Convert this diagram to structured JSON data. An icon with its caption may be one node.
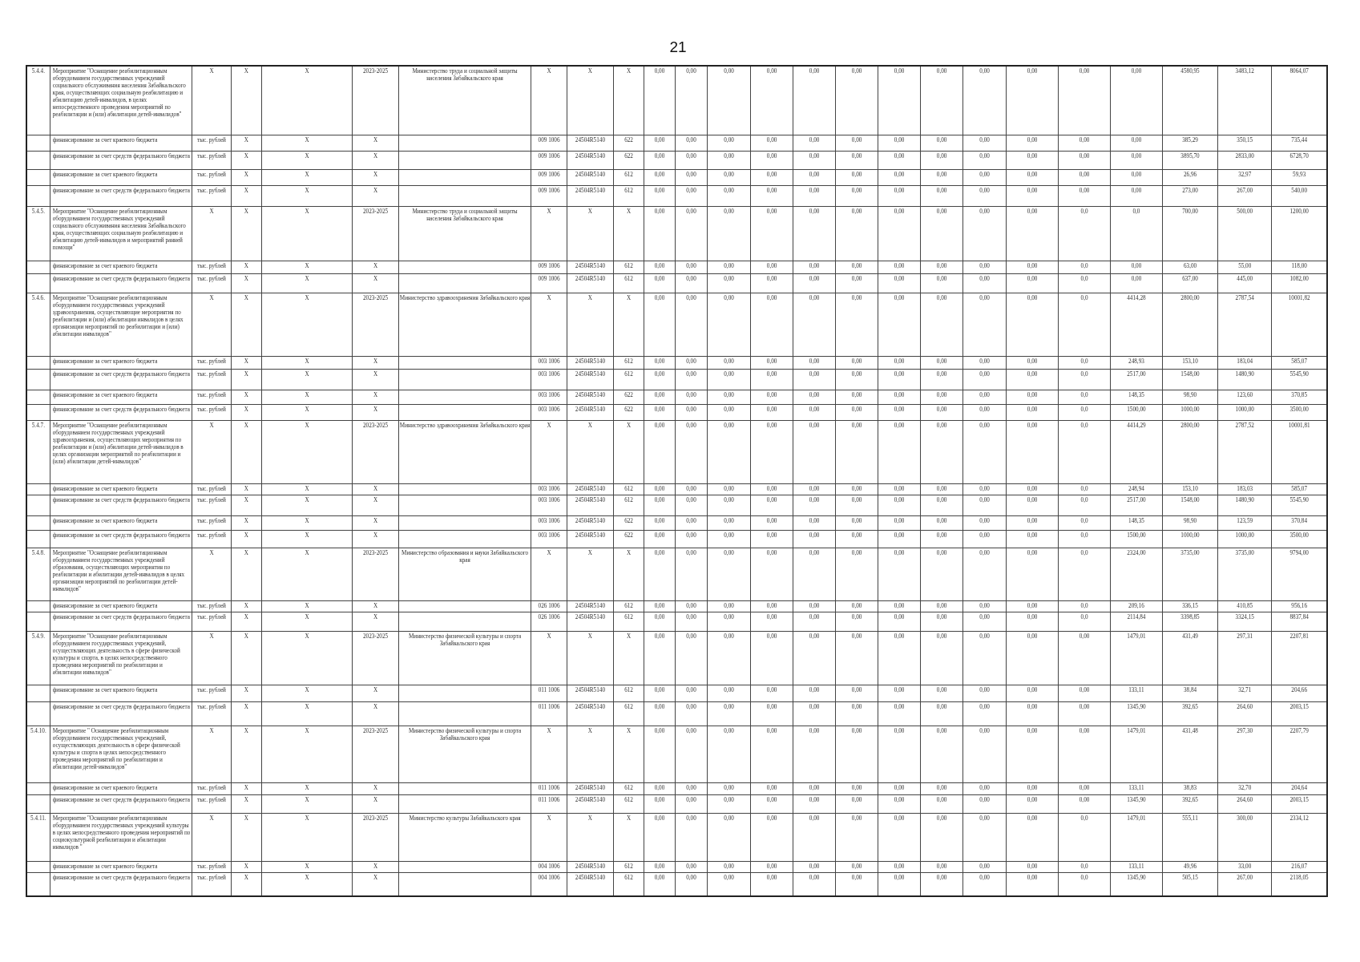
{
  "diagram": {
    "labels": [
      "21",
      "5.4.4.",
      "Мероприятие \"Оснащение реабилитационным оборудованием государственных учреждений социального обслуживания населения Забайкальского края, осуществляющих социальную реабилитацию и абилитацию детей-инвалидов, в целях непосредственного проведения мероприятий по реабилитации и (или) абилитации детей-инвалидов\"",
      "X",
      "X",
      "X",
      "2023-2025",
      "Министерство труда и социальной защиты населения Забайкальского края",
      "X",
      "X",
      "X",
      "0,00",
      "0,00",
      "0,00",
      "0,00",
      "0,00",
      "0,00",
      "0,00",
      "0,00",
      "0,00",
      "0,00",
      "0,00",
      "0,00",
      "4580,95",
      "3483,12",
      "8064,07",
      "финансирование за счет краевого бюджета",
      "тыс. рублей",
      "X",
      "X",
      "X",
      "009 1006",
      "24504R5140",
      "622",
      "0,00",
      "0,00",
      "0,00",
      "0,00",
      "0,00",
      "0,00",
      "0,00",
      "0,00",
      "0,00",
      "0,00",
      "0,00",
      "0,00",
      "385,29",
      "350,15",
      "735,44",
      "финансирование за счет средств федерального бюджета",
      "тыс. рублей",
      "X",
      "X",
      "X",
      "009 1006",
      "24504R5140",
      "622",
      "0,00",
      "0,00",
      "0,00",
      "0,00",
      "0,00",
      "0,00",
      "0,00",
      "0,00",
      "0,00",
      "0,00",
      "0,00",
      "0,00",
      "3895,70",
      "2833,00",
      "6728,70",
      "финансирование за счет краевого бюджета",
      "тыс. рублей",
      "X",
      "X",
      "X",
      "009 1006",
      "24504R5140",
      "612",
      "0,00",
      "0,00",
      "0,00",
      "0,00",
      "0,00",
      "0,00",
      "0,00",
      "0,00",
      "0,00",
      "0,00",
      "0,00",
      "0,00",
      "26,96",
      "32,97",
      "59,93",
      "финансирование за счет средств федерального бюджета",
      "тыс. рублей",
      "X",
      "X",
      "X",
      "009 1006",
      "24504R5140",
      "612",
      "0,00",
      "0,00",
      "0,00",
      "0,00",
      "0,00",
      "0,00",
      "0,00",
      "0,00",
      "0,00",
      "0,00",
      "0,00",
      "0,00",
      "273,00",
      "267,00",
      "540,00",
      "5.4.5.",
      "Мероприятие \"Оснащение реабилитационным оборудованием государственных учреждений социального обслуживания населения Забайкальского края, осуществляющих социальную реабилитацию и абилитацию детей-инвалидов и мероприятий ранней помощи\"",
      "X",
      "X",
      "X",
      "2023-2025",
      "Министерство труда и социальной защиты населения Забайкальского края",
      "X",
      "X",
      "X",
      "0,00",
      "0,00",
      "0,00",
      "0,00",
      "0,00",
      "0,00",
      "0,00",
      "0,00",
      "0,00",
      "0,00",
      "0,0",
      "0,0",
      "700,00",
      "500,00",
      "1200,00",
      "финансирование за счет краевого бюджета",
      "тыс. рублей",
      "X",
      "X",
      "X",
      "009 1006",
      "24504R5140",
      "612",
      "0,00",
      "0,00",
      "0,00",
      "0,00",
      "0,00",
      "0,00",
      "0,00",
      "0,00",
      "0,00",
      "0,00",
      "0,0",
      "0,00",
      "63,00",
      "55,00",
      "118,00",
      "финансирование за счет средств федерального бюджета",
      "тыс. рублей",
      "X",
      "X",
      "X",
      "009 1006",
      "24504R5140",
      "612",
      "0,00",
      "0,00",
      "0,00",
      "0,00",
      "0,00",
      "0,00",
      "0,00",
      "0,00",
      "0,00",
      "0,00",
      "0,0",
      "0,00",
      "637,00",
      "445,00",
      "1082,00",
      "5.4.6.",
      "Мероприятие \"Оснащение реабилитационным оборудованием государственных учреждений здравоохранения, осуществляющие мероприятия по реабилитации и (или) абилитации инвалидов в целях организации мероприятий по реабилитации и (или) абилитации инвалидов\"",
      "X",
      "X",
      "X",
      "2023-2025",
      "Министерство здравоохранения Забайкальского края",
      "X",
      "X",
      "X",
      "0,00",
      "0,00",
      "0,00",
      "0,00",
      "0,00",
      "0,00",
      "0,00",
      "0,00",
      "0,00",
      "0,00",
      "0,0",
      "4414,28",
      "2800,00",
      "2787,54",
      "10001,82",
      "финансирование за счет краевого бюджета",
      "тыс. рублей",
      "X",
      "X",
      "X",
      "003 1006",
      "24504R5140",
      "612",
      "0,00",
      "0,00",
      "0,00",
      "0,00",
      "0,00",
      "0,00",
      "0,00",
      "0,00",
      "0,00",
      "0,00",
      "0,0",
      "248,93",
      "153,10",
      "183,04",
      "585,07",
      "финансирование за счет средств федерального бюджета",
      "тыс. рублей",
      "X",
      "X",
      "X",
      "003 1006",
      "24504R5140",
      "612",
      "0,00",
      "0,00",
      "0,00",
      "0,00",
      "0,00",
      "0,00",
      "0,00",
      "0,00",
      "0,00",
      "0,00",
      "0,0",
      "2517,00",
      "1548,00",
      "1480,90",
      "5545,90",
      "финансирование за счет краевого бюджета",
      "тыс. рублей",
      "X",
      "X",
      "X",
      "003 1006",
      "24504R5140",
      "622",
      "0,00",
      "0,00",
      "0,00",
      "0,00",
      "0,00",
      "0,00",
      "0,00",
      "0,00",
      "0,00",
      "0,00",
      "0,0",
      "148,35",
      "98,90",
      "123,60",
      "370,85",
      "финансирование за счет средств федерального бюджета",
      "тыс. рублей",
      "X",
      "X",
      "X",
      "003 1006",
      "24504R5140",
      "622",
      "0,00",
      "0,00",
      "0,00",
      "0,00",
      "0,00",
      "0,00",
      "0,00",
      "0,00",
      "0,00",
      "0,00",
      "0,0",
      "1500,00",
      "1000,00",
      "1000,00",
      "3500,00",
      "5.4.7.",
      "Мероприятие \"Оснащение реабилитационным оборудованием государственных учреждений здравоохранения, осуществляющих мероприятия по реабилитации и (или) абилитации детей-инвалидов в целях организации мероприятий по реабилитации и (или) абилитации детей-инвалидов\"",
      "X",
      "X",
      "X",
      "2023-2025",
      "Министерство здравоохранения Забайкальского края",
      "X",
      "X",
      "X",
      "0,00",
      "0,00",
      "0,00",
      "0,00",
      "0,00",
      "0,00",
      "0,00",
      "0,00",
      "0,00",
      "0,00",
      "0,0",
      "4414,29",
      "2800,00",
      "2787,52",
      "10001,81",
      "финансирование за счет краевого бюджета",
      "тыс. рублей",
      "X",
      "X",
      "X",
      "003 1006",
      "24504R5140",
      "612",
      "0,00",
      "0,00",
      "0,00",
      "0,00",
      "0,00",
      "0,00",
      "0,00",
      "0,00",
      "0,00",
      "0,00",
      "0,0",
      "248,94",
      "153,10",
      "183,03",
      "585,07",
      "финансирование за счет средств федерального бюджета",
      "тыс. рублей",
      "X",
      "X",
      "X",
      "003 1006",
      "24504R5140",
      "612",
      "0,00",
      "0,00",
      "0,00",
      "0,00",
      "0,00",
      "0,00",
      "0,00",
      "0,00",
      "0,00",
      "0,00",
      "0,0",
      "2517,00",
      "1548,00",
      "1480,90",
      "5545,90",
      "финансирование за счет краевого бюджета",
      "тыс. рублей",
      "X",
      "X",
      "X",
      "003 1006",
      "24504R5140",
      "622",
      "0,00",
      "0,00",
      "0,00",
      "0,00",
      "0,00",
      "0,00",
      "0,00",
      "0,00",
      "0,00",
      "0,00",
      "0,0",
      "148,35",
      "98,90",
      "123,59",
      "370,84",
      "финансирование за счет средств федерального бюджета",
      "тыс. рублей",
      "X",
      "X",
      "X",
      "003 1006",
      "24504R5140",
      "622",
      "0,00",
      "0,00",
      "0,00",
      "0,00",
      "0,00",
      "0,00",
      "0,00",
      "0,00",
      "0,00",
      "0,00",
      "0,0",
      "1500,00",
      "1000,00",
      "1000,00",
      "3500,00",
      "5.4.8.",
      "Мероприятие \"Оснащение реабилитационным оборудованием государственных учреждений образования, осуществляющих мероприятия по реабилитации и абилитации детей-инвалидов в целях организации мероприятий по реабилитации детей-инвалидов\"",
      "X",
      "X",
      "X",
      "2023-2025",
      "Министерство образования и науки Забайкальского края",
      "X",
      "X",
      "X",
      "0,00",
      "0,00",
      "0,00",
      "0,00",
      "0,00",
      "0,00",
      "0,00",
      "0,00",
      "0,00",
      "0,00",
      "0,0",
      "2324,00",
      "3735,00",
      "3735,00",
      "9794,00",
      "финансирование за счет краевого бюджета",
      "тыс. рублей",
      "X",
      "X",
      "X",
      "026 1006",
      "24504R5140",
      "612",
      "0,00",
      "0,00",
      "0,00",
      "0,00",
      "0,00",
      "0,00",
      "0,00",
      "0,00",
      "0,00",
      "0,00",
      "0,0",
      "209,16",
      "336,15",
      "410,85",
      "956,16",
      "финансирование за счет средств федерального бюджета",
      "тыс. рублей",
      "X",
      "X",
      "X",
      "026 1006",
      "24504R5140",
      "612",
      "0,00",
      "0,00",
      "0,00",
      "0,00",
      "0,00",
      "0,00",
      "0,00",
      "0,00",
      "0,00",
      "0,00",
      "0,0",
      "2114,84",
      "3398,85",
      "3324,15",
      "8837,84",
      "5.4.9.",
      "Мероприятие \"Оснащение реабилитационным оборудованием государственных учреждений, осуществляющих деятельность в сфере физической культуры и спорта, в целях непосредственного проведения мероприятий по реабилитации и абилитации инвалидов\"",
      "X",
      "X",
      "X",
      "2023-2025",
      "Министерство физической культуры и спорта Забайкальского края",
      "X",
      "X",
      "X",
      "0,00",
      "0,00",
      "0,00",
      "0,00",
      "0,00",
      "0,00",
      "0,00",
      "0,00",
      "0,00",
      "0,00",
      "0,00",
      "1479,01",
      "431,49",
      "297,31",
      "2207,81",
      "финансирование за счет краевого бюджета",
      "тыс. рублей",
      "X",
      "X",
      "X",
      "011 1006",
      "24504R5140",
      "612",
      "0,00",
      "0,00",
      "0,00",
      "0,00",
      "0,00",
      "0,00",
      "0,00",
      "0,00",
      "0,00",
      "0,00",
      "0,00",
      "133,11",
      "38,84",
      "32,71",
      "204,66",
      "финансирование за счет средств федерального бюджета",
      "тыс. рублей",
      "X",
      "X",
      "X",
      "011 1006",
      "24504R5140",
      "612",
      "0,00",
      "0,00",
      "0,00",
      "0,00",
      "0,00",
      "0,00",
      "0,00",
      "0,00",
      "0,00",
      "0,00",
      "0,00",
      "1345,90",
      "392,65",
      "264,60",
      "2003,15",
      "5.4.10.",
      "Мероприятие \" Оснащение реабилитационным оборудованием государственных учреждений, осуществляющих деятельность в сфере физической культуры и спорта в целях непосредственного проведения мероприятий по реабилитации и абилитации детей-инвалидов\"",
      "X",
      "X",
      "X",
      "2023-2025",
      "Министерство физической культуры и спорта Забайкальского края",
      "X",
      "X",
      "X",
      "0,00",
      "0,00",
      "0,00",
      "0,00",
      "0,00",
      "0,00",
      "0,00",
      "0,00",
      "0,00",
      "0,00",
      "0,00",
      "1479,01",
      "431,48",
      "297,30",
      "2207,79",
      "финансирование за счет краевого бюджета",
      "тыс. рублей",
      "X",
      "X",
      "X",
      "011 1006",
      "24504R5140",
      "612",
      "0,00",
      "0,00",
      "0,00",
      "0,00",
      "0,00",
      "0,00",
      "0,00",
      "0,00",
      "0,00",
      "0,00",
      "0,00",
      "133,11",
      "38,83",
      "32,70",
      "204,64",
      "финансирование за счет средств федерального бюджета",
      "тыс. рублей",
      "X",
      "X",
      "X",
      "011 1006",
      "24504R5140",
      "612",
      "0,00",
      "0,00",
      "0,00",
      "0,00",
      "0,00",
      "0,00",
      "0,00",
      "0,00",
      "0,00",
      "0,00",
      "0,00",
      "1345,90",
      "392,65",
      "264,60",
      "2003,15",
      "5.4.11.",
      "Мероприятие \"Оснащение реабилитационным оборудованием государственных учреждений культуры в целях непосредственного проведения мероприятий по социокультурной реабилитации и абилитации инвалидов \"",
      "X",
      "X",
      "X",
      "2023-2025",
      "Министерство культуры Забайкальского края",
      "X",
      "X",
      "X",
      "0,00",
      "0,00",
      "0,00",
      "0,00",
      "0,00",
      "0,00",
      "0,00",
      "0,00",
      "0,00",
      "0,00",
      "0,0",
      "1479,01",
      "555,11",
      "300,00",
      "2334,12",
      "финансирование за счет краевого бюджета",
      "тыс. рублей",
      "X",
      "X",
      "X",
      "004 1006",
      "24504R5140",
      "612",
      "0,00",
      "0,00",
      "0,00",
      "0,00",
      "0,00",
      "0,00",
      "0,00",
      "0,00",
      "0,00",
      "0,00",
      "0,0",
      "133,11",
      "49,96",
      "33,00",
      "216,07",
      "финансирование за счет средств федерального бюджета",
      "тыс. рублей",
      "X",
      "X",
      "X",
      "004 1006",
      "24504R5140",
      "612",
      "0,00",
      "0,00",
      "0,00",
      "0,00",
      "0,00",
      "0,00",
      "0,00",
      "0,00",
      "0,00",
      "0,00",
      "0,0",
      "1345,90",
      "505,15",
      "267,00",
      "2118,05"
    ]
  }
}
